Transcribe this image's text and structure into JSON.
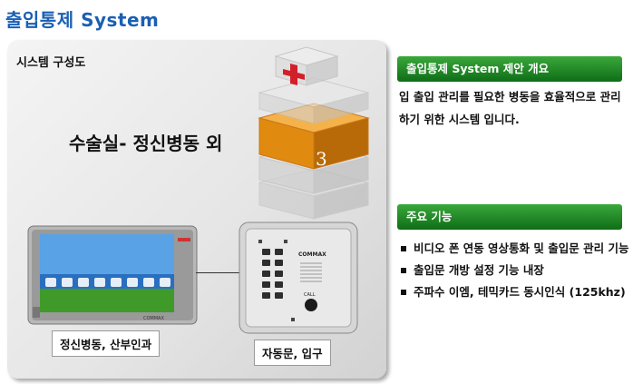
{
  "page_title": "출입통제 System",
  "panel": {
    "label": "시스템 구성도",
    "room_text": "수술실- 정신병동 외",
    "cube_number": "3",
    "monitor_brand": "COMMAX",
    "door_brand": "COMMAX",
    "call_label": "CALL",
    "monitor_tag": "정신병동, 산부인과",
    "door_tag": "자동문, 입구"
  },
  "overview": {
    "heading": "출입통제 System 제안 개요",
    "text": "입 출입 관리를 필요한 병동을 효율적으로 관리하기 위한 시스템 입니다."
  },
  "features": {
    "heading": "주요 기능",
    "items": [
      "비디오 폰 연동 영상통화 및 출입문 관리 기능",
      "출입문 개방 설정 기능 내장",
      "주파수 이엠, 테믹카드 동시인식 (125khz)"
    ]
  },
  "colors": {
    "title_blue": "#1a5fb4",
    "header_green": "#1a8a22",
    "cube_orange": "#e08a10",
    "cross_red": "#d0202a"
  }
}
